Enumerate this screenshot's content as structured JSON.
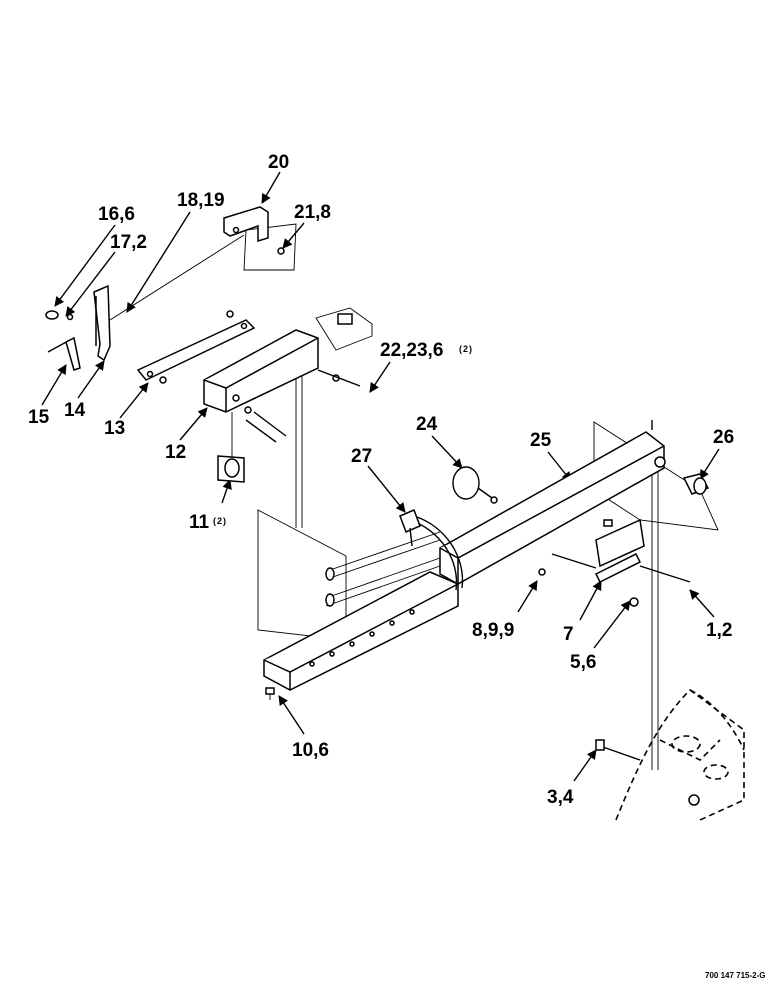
{
  "labels": {
    "l20": "20",
    "l18_19": "18,19",
    "l16_6": "16,6",
    "l21_8": "21,8",
    "l17_2": "17,2",
    "l22_23_6": "22,23,6",
    "l22_23_6_qty": "(2)",
    "l15": "15",
    "l14": "14",
    "l13": "13",
    "l12": "12",
    "l24": "24",
    "l25": "25",
    "l26": "26",
    "l27": "27",
    "l11": "11",
    "l11_qty": "(2)",
    "l8_9_9": "8,9,9",
    "l7": "7",
    "l1_2": "1,2",
    "l5_6": "5,6",
    "l10_6": "10,6",
    "l3_4": "3,4"
  },
  "drawing_number": "700 147 715-2-G"
}
